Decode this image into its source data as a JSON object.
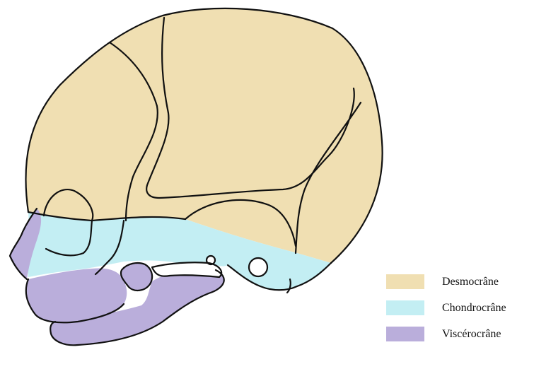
{
  "colors": {
    "desmocrane": "#f0dfb2",
    "chondrocrane": "#c3eef3",
    "viscerocrane": "#baaedb",
    "outline": "#111111",
    "background": "#ffffff"
  },
  "legend": {
    "items": [
      {
        "label": "Desmocrâne",
        "color": "#f0dfb2"
      },
      {
        "label": "Chondrocrâne",
        "color": "#c3eef3"
      },
      {
        "label": "Viscérocrâne",
        "color": "#baaedb"
      }
    ]
  }
}
